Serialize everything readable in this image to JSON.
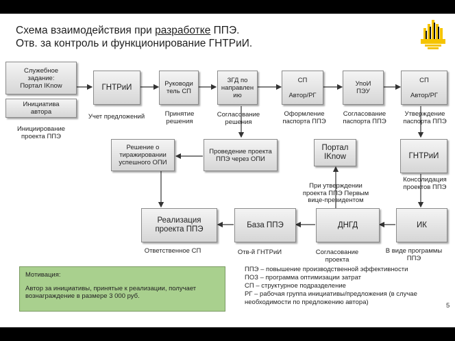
{
  "title": {
    "line1_pre": "Схема взаимодействия при ",
    "line1_underlined": "разработке",
    "line1_post": " ППЭ.",
    "line2": "Отв. за контроль и функционирование ГНТРиИ."
  },
  "boxes": {
    "assignment": "Служебное\nзадание:\nПортал IKnow",
    "initiative": "Инициатива\nавтора",
    "gntrii1": "ГНТРиИ",
    "head_sp": "Руководи\nтель СП",
    "zgd": "ЗГД по\nнаправлен\nию",
    "sp_rg1": "СП\n\nАвтор/РГ",
    "upoi": "УпоИ\nПЭУ",
    "sp_rg2": "СП\n\nАвтор/РГ",
    "replication": "Решение о\nтиражировании\nуспешного ОПИ",
    "opi": "Проведение проекта\nППЭ через ОПИ",
    "portal": "Портал\nIKnow",
    "gntrii2": "ГНТРиИ",
    "realization": "Реализация\nпроекта ППЭ",
    "base": "База ППЭ",
    "dngd": "ДНГД",
    "ik": "ИК"
  },
  "captions": {
    "initiation": "Инициирование\nпроекта ППЭ",
    "accounting": "Учет предложений",
    "decision": "Принятие\nрешения",
    "approval_decision": "Согласование\nрешения",
    "passport_design": "Оформление\nпаспорта ППЭ",
    "passport_approval": "Согласование\nпаспорта ППЭ",
    "passport_confirm": "Утверждение\nпаспорта ППЭ",
    "consolidation": "Консолидация\nпроектов ППЭ",
    "first_vp": "При утверждении\nпроекта ППЭ Первым\nвице-президентом",
    "responsible_sp": "Ответственное СП",
    "resp_gntrii": "Отв-й ГНТРиИ",
    "project_approval": "Согласование\nпроекта",
    "program": "В виде программы\nППЭ"
  },
  "motivation": {
    "heading": "Мотивация:",
    "text": "Автор за инициативы, принятые к реализации, получает вознаграждение в размере 3 000 руб."
  },
  "legend": [
    "ППЭ – повышение производственной эффективности",
    "ПОЗ – программа оптимизации затрат",
    "СП – структурное подразделение",
    "РГ – рабочая группа инициативы/предложения (в случае необходимости по предложению автора)"
  ],
  "page_number": "5",
  "colors": {
    "motivation_bg": "#a9d08e",
    "logo_yellow": "#f5c400",
    "bars": "#000000"
  },
  "icons": [
    "rosneft-logo"
  ]
}
